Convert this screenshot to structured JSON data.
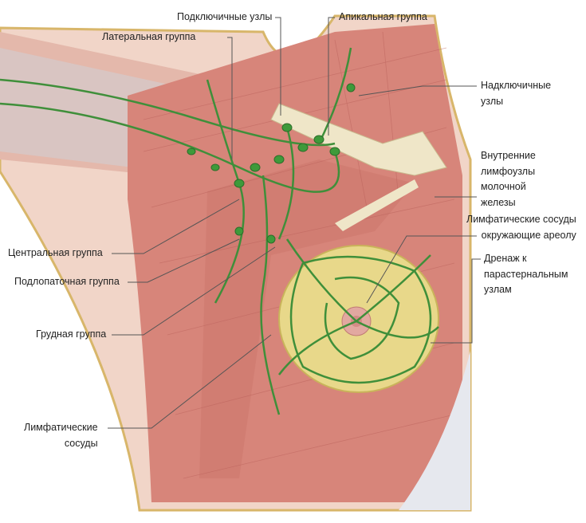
{
  "labels": {
    "subclavian": "Подключичные узлы",
    "apical": "Апикальная группа",
    "lateral": "Латеральная группа",
    "supraclavicular": [
      "Надключичные",
      "узлы"
    ],
    "internal_mammary": [
      "Внутренние",
      "лимфоузлы",
      "молочной",
      "железы"
    ],
    "periareolar": [
      "Лимфатические сосуды",
      "окружающие ареолу"
    ],
    "parasternal": [
      "Дренаж к",
      "парастернальным",
      "узлам"
    ],
    "central": "Центральная группа",
    "subscapular": "Подлопаточная группа",
    "pectoral": "Грудная группа",
    "vessels": [
      "Лимфатические",
      "сосуды"
    ]
  },
  "colors": {
    "muscle": "#d9877a",
    "lymph": "#3f8f3a",
    "breast": "#e8d88a",
    "skin": "#f3d9cf",
    "bone": "#efe6c8"
  }
}
